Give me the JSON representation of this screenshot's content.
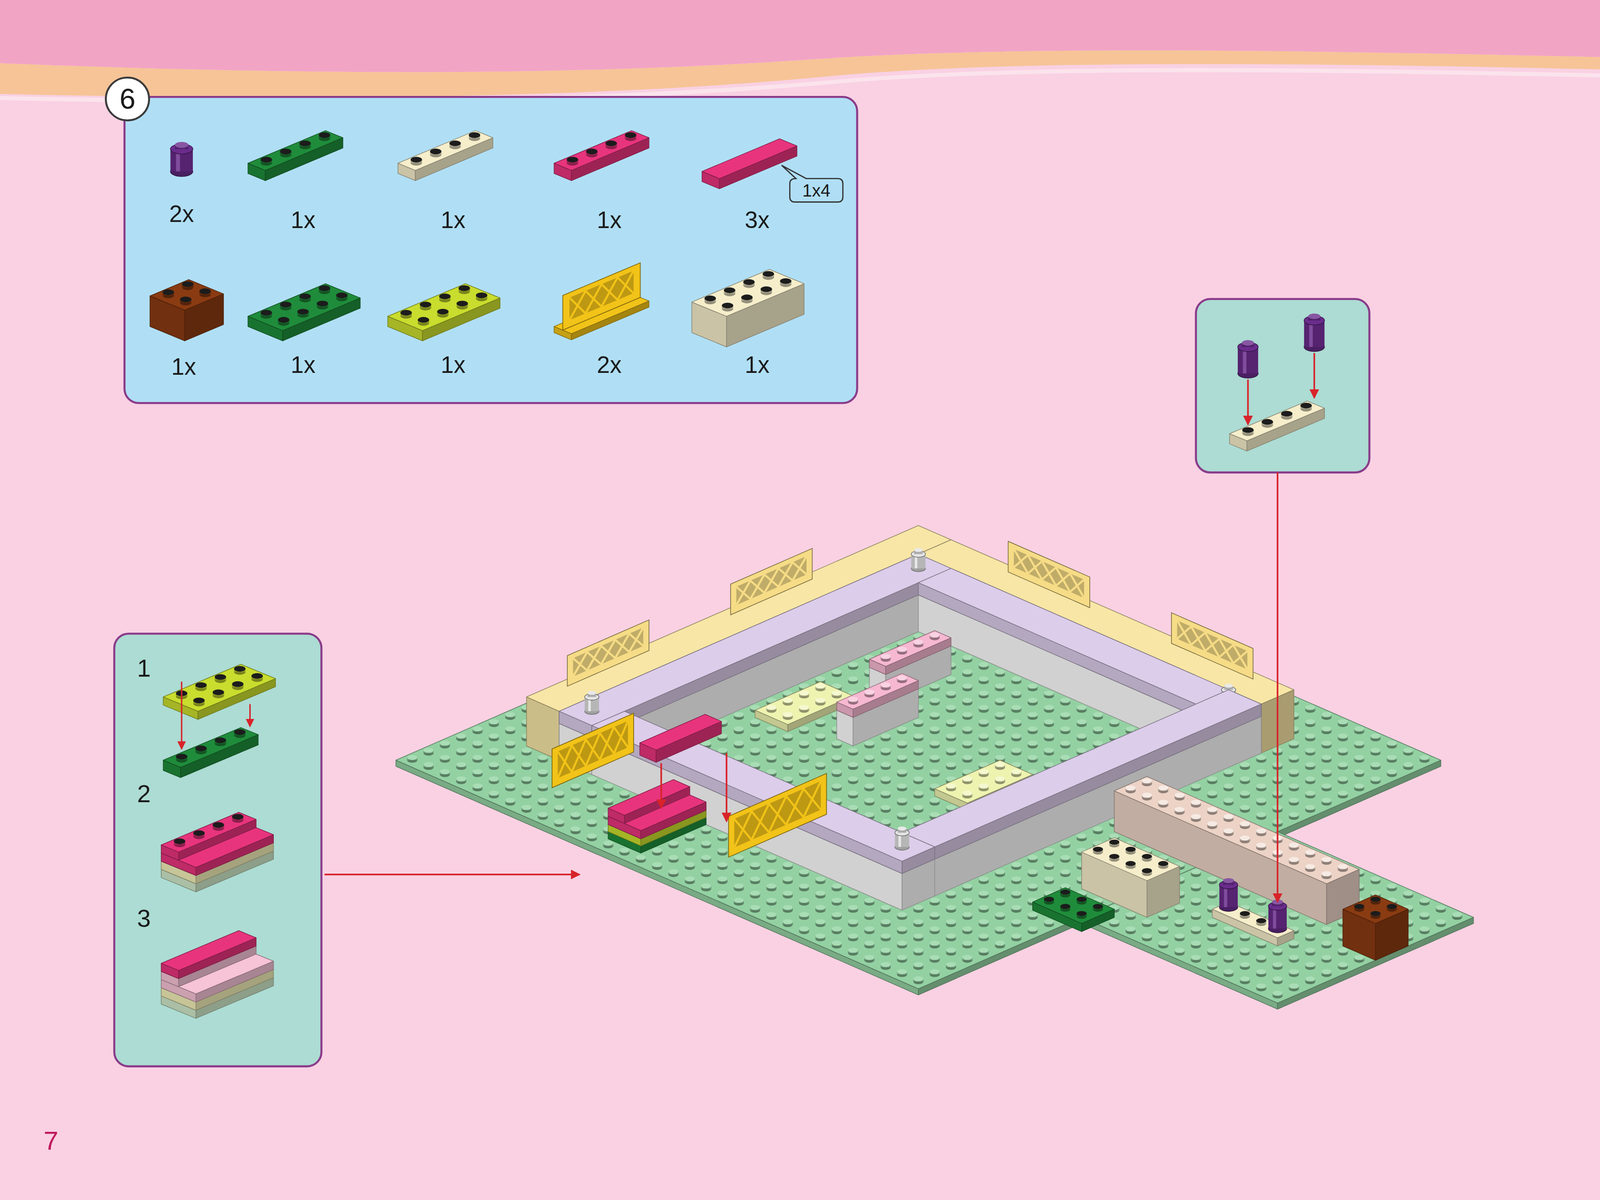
{
  "diagram": {
    "nodes": [
      {
        "text": [
          "6"
        ]
      }
    ],
    "labels": [
      "2x",
      "1x",
      "1x",
      "1x",
      "3x",
      "1x4",
      "1x",
      "1x",
      "1x",
      "2x",
      "1x",
      "1",
      "2",
      "3",
      "7"
    ]
  }
}
